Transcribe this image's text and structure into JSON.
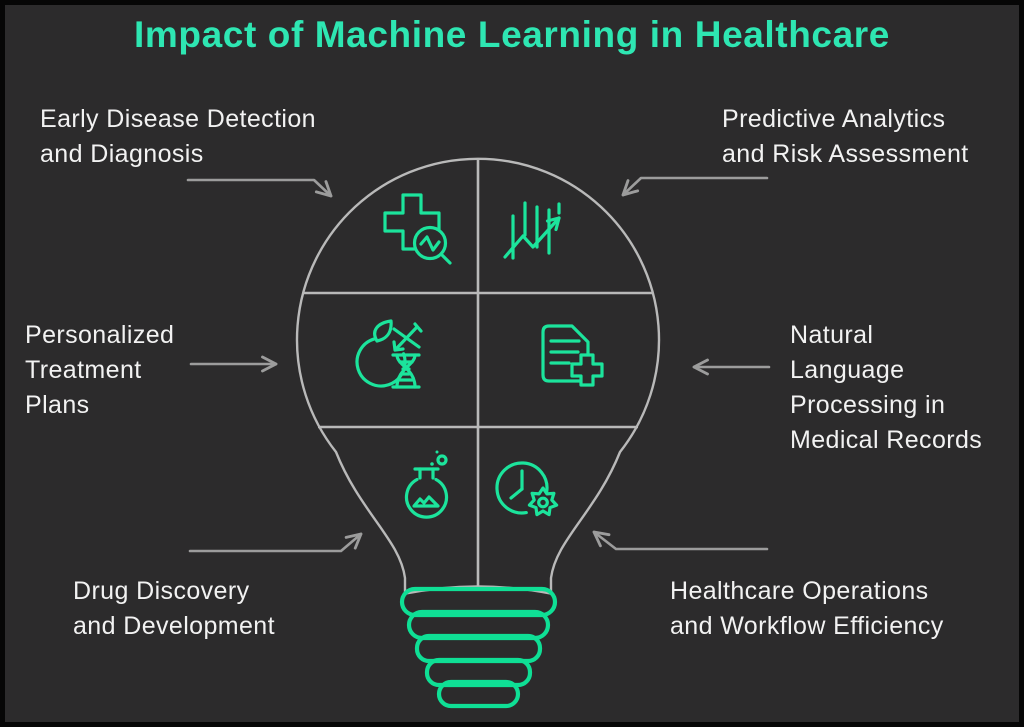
{
  "title": {
    "text": "Impact of Machine Learning in Healthcare"
  },
  "colors": {
    "background": "#2c2b2c",
    "frame": "#060606",
    "title_green": "#2ee6b2",
    "icon_green": "#1ce49c",
    "base_green": "#0fdf95",
    "outline_gray": "#b9b9b9",
    "arrow_gray": "#9c9c9c",
    "label_white": "#f2f2f2"
  },
  "labels": [
    {
      "id": "early-disease-detection",
      "lines": [
        "Early Disease Detection",
        "and Diagnosis"
      ]
    },
    {
      "id": "predictive-analytics",
      "lines": [
        "Predictive Analytics",
        "and Risk Assessment"
      ]
    },
    {
      "id": "personalized-treatment",
      "lines": [
        "Personalized",
        "Treatment",
        "Plans"
      ]
    },
    {
      "id": "natural-language-processing",
      "lines": [
        "Natural",
        "Language",
        "Processing in",
        "Medical Records"
      ]
    },
    {
      "id": "drug-discovery",
      "lines": [
        "Drug Discovery",
        "and Development"
      ]
    },
    {
      "id": "healthcare-operations",
      "lines": [
        "Healthcare Operations",
        "and Workflow Efficiency"
      ]
    }
  ],
  "bulb": {
    "segments": [
      {
        "position": "top-left",
        "icon": "medical-cross-magnifier",
        "topic": "Early Disease Detection and Diagnosis"
      },
      {
        "position": "top-right",
        "icon": "trend-chart-arrow",
        "topic": "Predictive Analytics and Risk Assessment"
      },
      {
        "position": "middle-left",
        "icon": "apple-dna",
        "topic": "Personalized Treatment Plans"
      },
      {
        "position": "middle-right",
        "icon": "document-plus",
        "topic": "Natural Language Processing in Medical Records"
      },
      {
        "position": "bottom-left",
        "icon": "lab-flask",
        "topic": "Drug Discovery and Development"
      },
      {
        "position": "bottom-right",
        "icon": "clock-gear",
        "topic": "Healthcare Operations and Workflow Efficiency"
      }
    ]
  }
}
